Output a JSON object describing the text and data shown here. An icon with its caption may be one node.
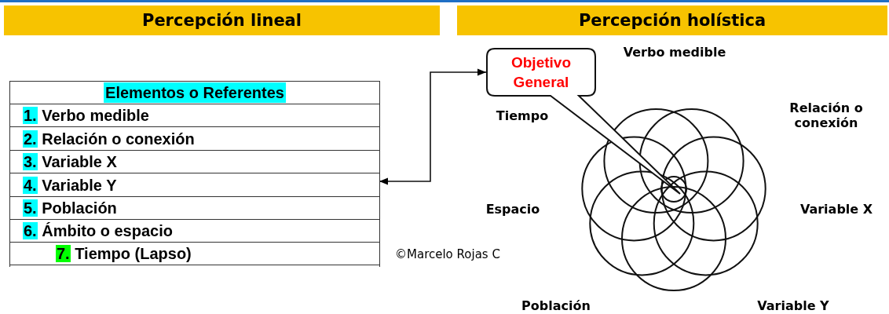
{
  "diagram": {
    "nodes": [
      {
        "text": [
          "Elementos o Referentes",
          "1. Verbo medible",
          "2. Relación o conexión",
          "3. Variable X",
          "4. Variable Y",
          "5. Población",
          "6. Ámbito o espacio",
          "7. Tiempo (Lapso)"
        ]
      },
      {
        "text": [
          "Objetivo General"
        ]
      }
    ],
    "edges": [
      {
        "from": 0,
        "to": 1,
        "arrow": "both"
      }
    ],
    "labels": [
      "Percepción lineal",
      "Percepción holística",
      "Verbo medible",
      "Tiempo",
      "Relación o conexión",
      "Espacio",
      "Variable X",
      "©Marcelo Rojas C",
      "Población",
      "Variable Y"
    ]
  }
}
